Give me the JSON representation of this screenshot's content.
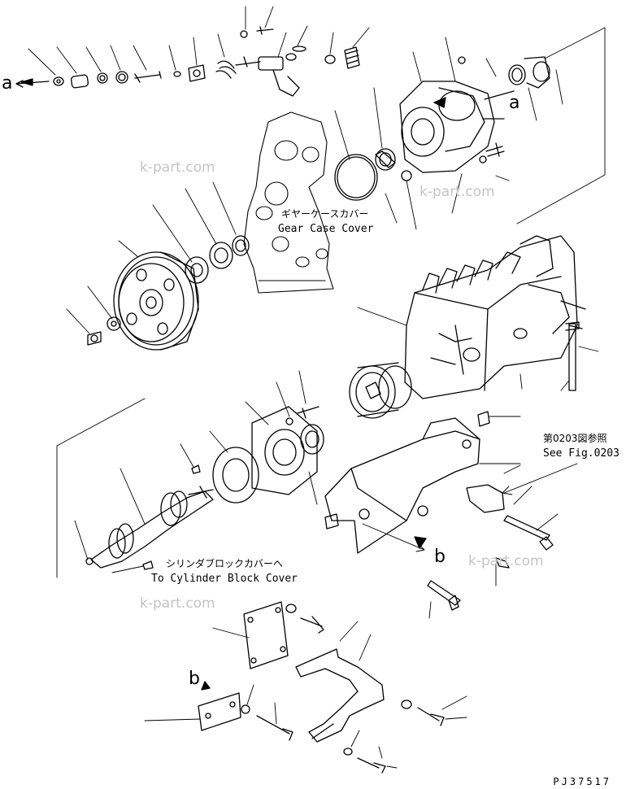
{
  "labels": {
    "gear_case_jp": "ギヤーケースカバー",
    "gear_case_en": "Gear Case Cover",
    "see_fig_jp": "第0203図参照",
    "see_fig_en": "See Fig.0203",
    "cyl_block_jp": "シリンダブロックカバーへ",
    "cyl_block_en": "To Cylinder Block Cover"
  },
  "refs": {
    "a": "a",
    "b": "b"
  },
  "watermark": "k-part.com",
  "drawing_code": "PJ37517",
  "colors": {
    "line": "#000000",
    "watermark": "#c4c4c4"
  }
}
